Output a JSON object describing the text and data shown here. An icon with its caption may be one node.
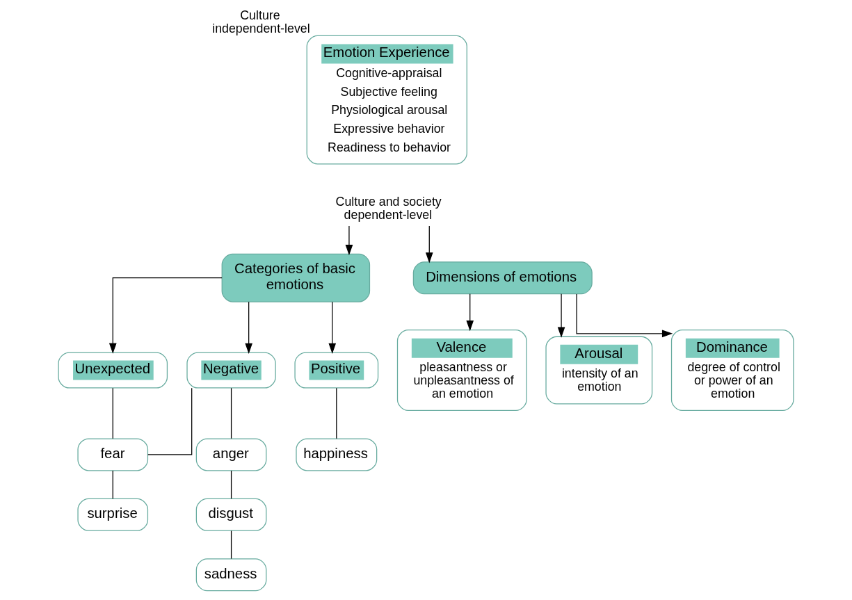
{
  "diagram": {
    "nodes": [
      {
        "text": [
          "Emotion Experience",
          "Cognitive-appraisal",
          "Subjective feeling",
          "Physiological arousal",
          "Expressive behavior",
          "Readiness to behavior"
        ],
        "beside": [
          "Culture independent-level"
        ]
      },
      {
        "text": [
          "Culture and society dependent-level"
        ]
      },
      {
        "text": [
          "Categories of basic emotions"
        ]
      },
      {
        "text": [
          "Dimensions of emotions"
        ]
      },
      {
        "text": [
          "Unexpected"
        ]
      },
      {
        "text": [
          "fear"
        ]
      },
      {
        "text": [
          "surprise"
        ]
      },
      {
        "text": [
          "Negative"
        ]
      },
      {
        "text": [
          "anger"
        ]
      },
      {
        "text": [
          "disgust"
        ]
      },
      {
        "text": [
          "sadness"
        ]
      },
      {
        "text": [
          "Positive"
        ]
      },
      {
        "text": [
          "happiness"
        ]
      },
      {
        "text": [
          "Valence",
          "pleasantness or unpleasantness of an emotion"
        ]
      },
      {
        "text": [
          "Arousal",
          "intensity of an emotion"
        ]
      },
      {
        "text": [
          "Dominance",
          "degree of control or power of an emotion"
        ]
      }
    ],
    "edges": [
      {
        "from": 1,
        "to": 2,
        "arrow": "to"
      },
      {
        "from": 1,
        "to": 3,
        "arrow": "to"
      },
      {
        "from": 2,
        "to": 4,
        "arrow": "to"
      },
      {
        "from": 2,
        "to": 7,
        "arrow": "to"
      },
      {
        "from": 2,
        "to": 11,
        "arrow": "to"
      },
      {
        "from": 4,
        "to": 5,
        "arrow": "none"
      },
      {
        "from": 5,
        "to": 6,
        "arrow": "none"
      },
      {
        "from": 5,
        "to": 7,
        "arrow": "none"
      },
      {
        "from": 7,
        "to": 8,
        "arrow": "none"
      },
      {
        "from": 8,
        "to": 9,
        "arrow": "none"
      },
      {
        "from": 9,
        "to": 10,
        "arrow": "none"
      },
      {
        "from": 11,
        "to": 12,
        "arrow": "none"
      },
      {
        "from": 3,
        "to": 13,
        "arrow": "to"
      },
      {
        "from": 3,
        "to": 14,
        "arrow": "to"
      },
      {
        "from": 3,
        "to": 15,
        "arrow": "to"
      }
    ]
  }
}
